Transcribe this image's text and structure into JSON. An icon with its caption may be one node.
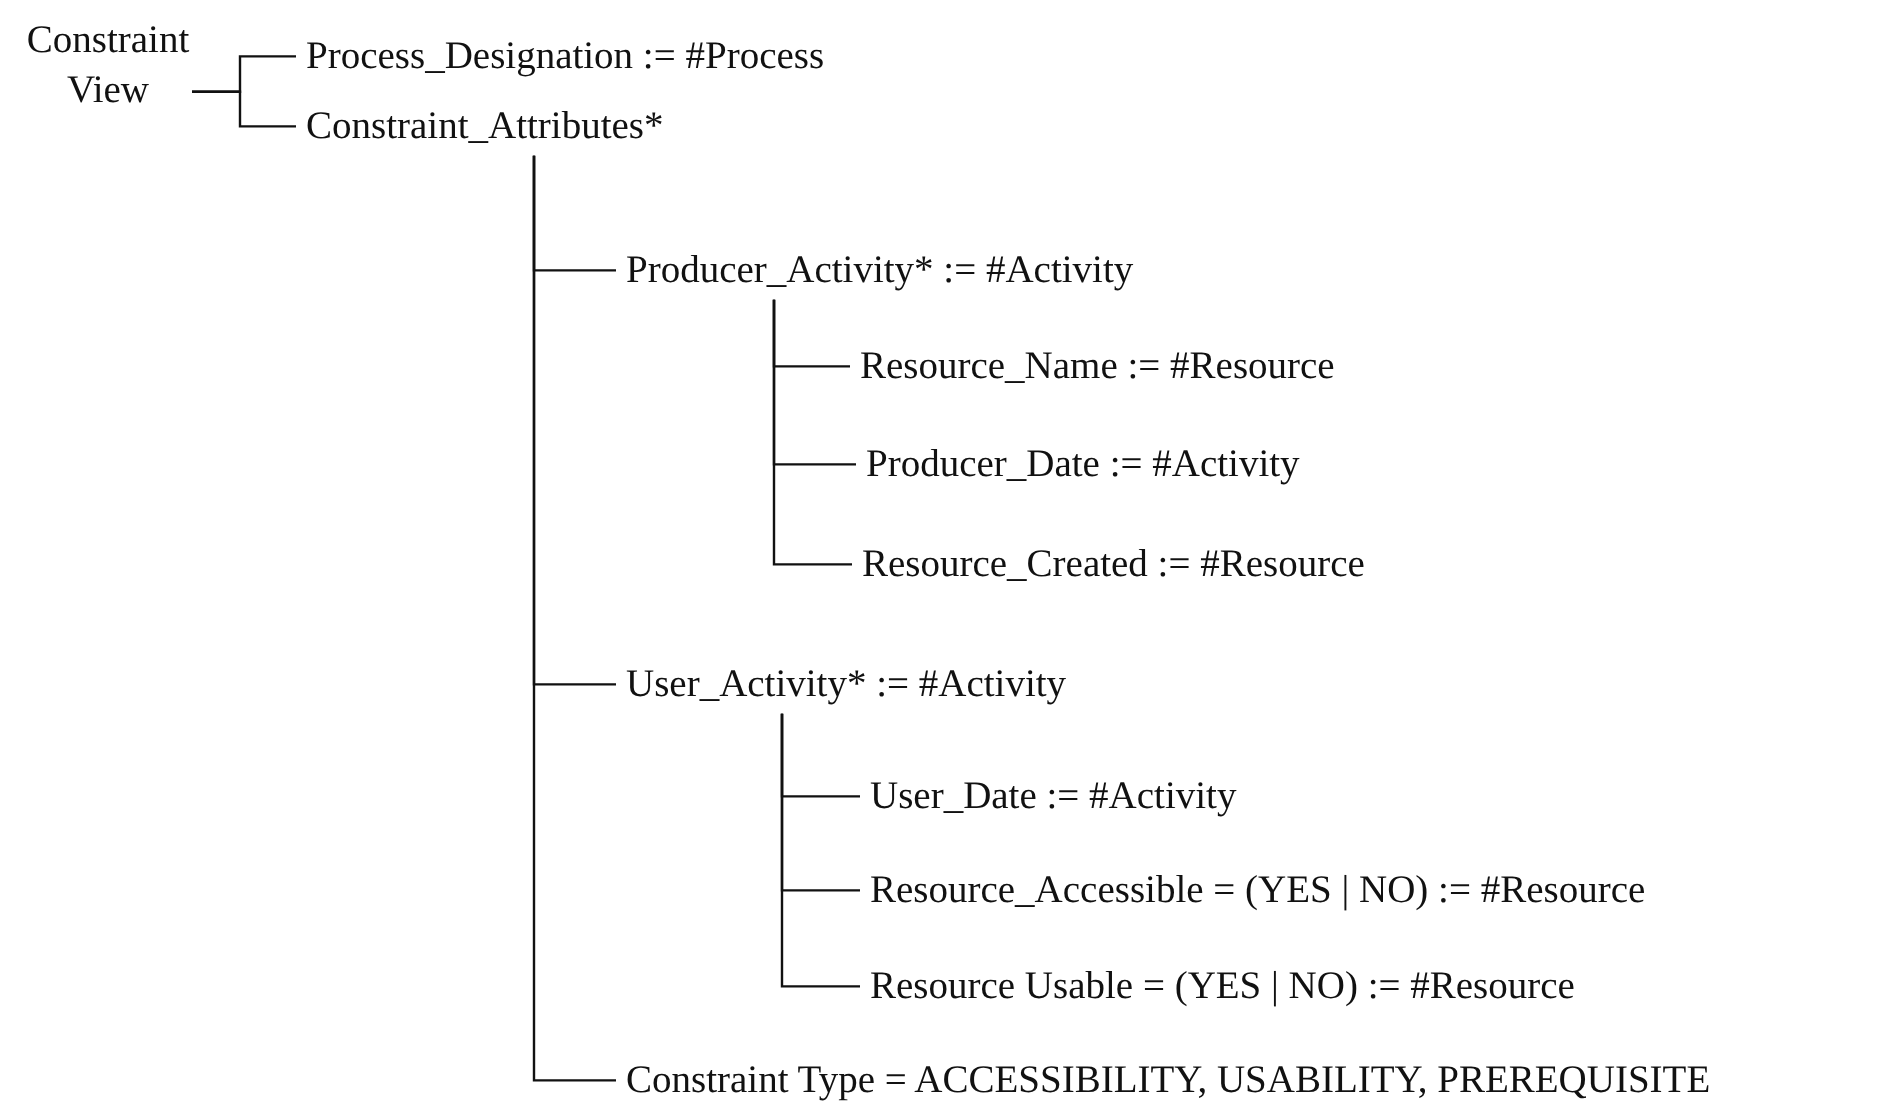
{
  "diagram": {
    "nodes": [
      {
        "text": [
          "Constraint View"
        ]
      },
      {
        "text": [
          "Process_Designation := #Process"
        ]
      },
      {
        "text": [
          "Constraint_Attributes*"
        ]
      },
      {
        "text": [
          "Producer_Activity* := #Activity"
        ]
      },
      {
        "text": [
          "Resource_Name := #Resource"
        ]
      },
      {
        "text": [
          "Producer_Date := #Activity"
        ]
      },
      {
        "text": [
          "Resource_Created := #Resource"
        ]
      },
      {
        "text": [
          "User_Activity* := #Activity"
        ]
      },
      {
        "text": [
          "User_Date := #Activity"
        ]
      },
      {
        "text": [
          "Resource_Accessible = (YES | NO) := #Resource"
        ]
      },
      {
        "text": [
          "Resource Usable = (YES | NO) := #Resource"
        ]
      },
      {
        "text": [
          "Constraint Type = ACCESSIBILITY, USABILITY, PREREQUISITE"
        ]
      }
    ],
    "edges": [
      {
        "from": 0,
        "to": 1,
        "arrow": "none"
      },
      {
        "from": 0,
        "to": 2,
        "arrow": "none"
      },
      {
        "from": 2,
        "to": 3,
        "arrow": "none"
      },
      {
        "from": 3,
        "to": 4,
        "arrow": "none"
      },
      {
        "from": 3,
        "to": 5,
        "arrow": "none"
      },
      {
        "from": 3,
        "to": 6,
        "arrow": "none"
      },
      {
        "from": 2,
        "to": 7,
        "arrow": "none"
      },
      {
        "from": 7,
        "to": 8,
        "arrow": "none"
      },
      {
        "from": 7,
        "to": 9,
        "arrow": "none"
      },
      {
        "from": 7,
        "to": 10,
        "arrow": "none"
      },
      {
        "from": 2,
        "to": 11,
        "arrow": "none"
      }
    ]
  }
}
